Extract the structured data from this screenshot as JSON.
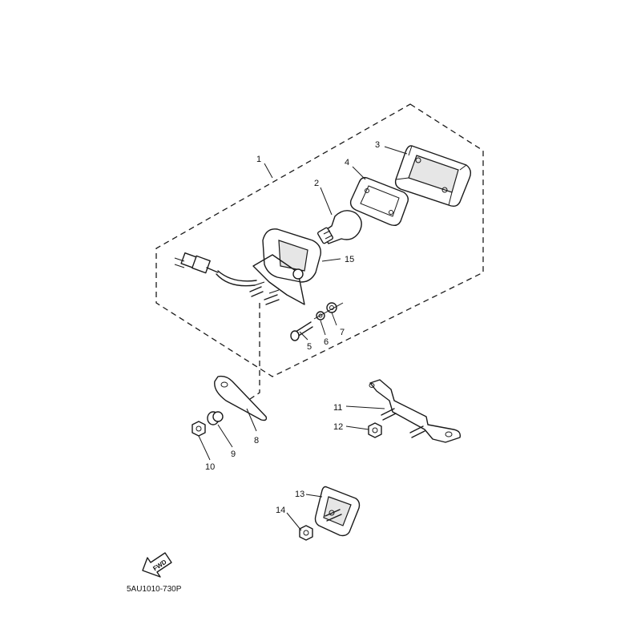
{
  "parts": [
    {
      "id": "p1",
      "number": "1"
    },
    {
      "id": "p2",
      "number": "2"
    },
    {
      "id": "p3",
      "number": "3"
    },
    {
      "id": "p4",
      "number": "4"
    },
    {
      "id": "p5",
      "number": "5"
    },
    {
      "id": "p6",
      "number": "6"
    },
    {
      "id": "p7",
      "number": "7"
    },
    {
      "id": "p8",
      "number": "8"
    },
    {
      "id": "p9",
      "number": "9"
    },
    {
      "id": "p10",
      "number": "10"
    },
    {
      "id": "p11",
      "number": "11"
    },
    {
      "id": "p12",
      "number": "12"
    },
    {
      "id": "p13",
      "number": "13"
    },
    {
      "id": "p14",
      "number": "14"
    },
    {
      "id": "p15",
      "number": "15"
    }
  ],
  "direction_arrow_label": "FWD",
  "diagram_code": "5AU1010-730P"
}
